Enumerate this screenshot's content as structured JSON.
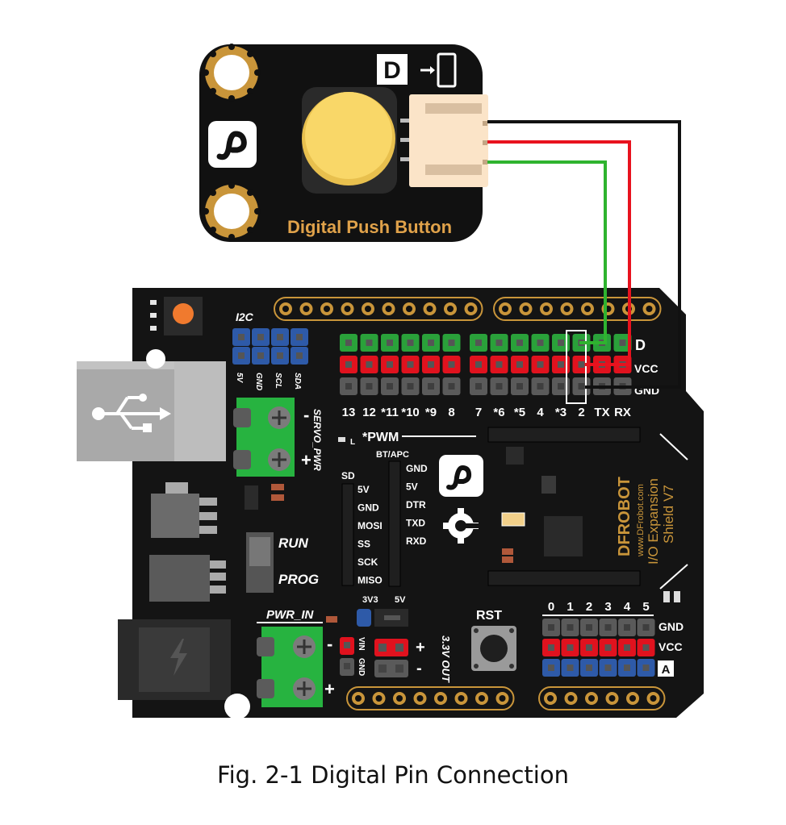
{
  "figure": {
    "caption": "Fig. 2-1 Digital Pin Connection"
  },
  "module": {
    "title": "Digital Push Button",
    "type_badge": "D",
    "brand_icon": "dfrobot-logo-icon",
    "button_color": "#f9d768",
    "board_color": "#111111",
    "connector_color": "#fbe4c8"
  },
  "wires": [
    {
      "name": "signal-wire",
      "color": "#2fb32f"
    },
    {
      "name": "vcc-wire",
      "color": "#e8121e"
    },
    {
      "name": "gnd-wire",
      "color": "#111111"
    }
  ],
  "shield": {
    "brand": "DFROBOT",
    "website": "www.DFrobot.com",
    "product": "I/O Expansion",
    "version": "Shield V7",
    "i2c_label": "I2C",
    "i2c_pins": [
      "5V",
      "GND",
      "SCL",
      "SDA"
    ],
    "servo_pwr_label": "SERVO_PWR",
    "servo_minus": "-",
    "servo_plus": "+",
    "digital_header_row_labels": {
      "d": "D",
      "vcc": "VCC",
      "gnd": "GND"
    },
    "digital_pins": [
      "13",
      "12",
      "*11",
      "*10",
      "*9",
      "8",
      "7",
      "*6",
      "*5",
      "4",
      "*3",
      "2",
      "TX",
      "RX"
    ],
    "pwm_note": "*PWM",
    "led_label": "L",
    "sd_label": "SD",
    "sd_pins": [
      "5V",
      "GND",
      "MOSI",
      "SS",
      "SCK",
      "MISO"
    ],
    "bt_label": "BT/APC",
    "bt_pins": [
      "GND",
      "5V",
      "DTR",
      "TXD",
      "RXD"
    ],
    "run_label": "RUN",
    "prog_label": "PROG",
    "pwr_in_label": "PWR_IN",
    "pwr_minus": "-",
    "pwr_plus": "+",
    "vin_label": "VIN",
    "gnd_label": "GND",
    "v33_label": "3V3",
    "v5_label": "5V",
    "out_label": "3.3V OUT",
    "out_plus": "+",
    "out_minus": "-",
    "rst_label": "RST",
    "analog_pins": [
      "0",
      "1",
      "2",
      "3",
      "4",
      "5"
    ],
    "analog_row_labels": {
      "gnd": "GND",
      "vcc": "VCC",
      "a": "A"
    },
    "usb_icon": "usb-icon",
    "power_icon": "lightning-icon",
    "gear_icon": "gear-icon"
  },
  "colors": {
    "pcb": "#141414",
    "header_green": "#2aa13a",
    "header_red": "#e0121e",
    "header_gray": "#5a5a5a",
    "header_blue": "#2e5aa8",
    "terminal_green": "#27b340",
    "gold_pad": "#c9953a"
  }
}
